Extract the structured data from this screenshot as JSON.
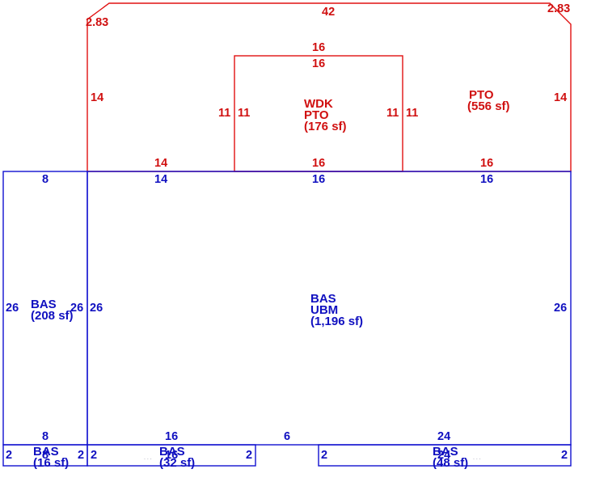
{
  "colors": {
    "porch": "#e01010",
    "building": "#1010d0"
  },
  "areas": {
    "pto_outer": {
      "label": "PTO",
      "area": "(556 sf)"
    },
    "wdk_pto": {
      "label1": "WDK",
      "label2": "PTO",
      "area": "(176 sf)"
    },
    "bas_left": {
      "label": "BAS",
      "area": "(208 sf)"
    },
    "bas_main": {
      "label1": "BAS",
      "label2": "UBM",
      "area": "(1,196 sf)"
    },
    "bas_small1": {
      "label": "BAS",
      "area": "(16 sf)"
    },
    "bas_small2": {
      "label": "BAS",
      "area": "(32 sf)"
    },
    "bas_small3": {
      "label": "BAS",
      "area": "(48 sf)"
    }
  },
  "dimensions": {
    "top_corner_left": "2.83",
    "top": "42",
    "top_corner_right": "2.83",
    "pto_left_side": "14",
    "pto_right_side": "14",
    "wdk_top_outer": "16",
    "wdk_top_inner": "16",
    "wdk_left_outer": "11",
    "wdk_left_inner": "11",
    "wdk_right_inner": "11",
    "wdk_right_outer": "11",
    "pto_bottom_left": "14",
    "wdk_bottom": "16",
    "pto_bottom_right": "16",
    "bas_left_top": "8",
    "bas_main_top_left": "14",
    "bas_main_top_mid": "16",
    "bas_main_top_right": "16",
    "bas_left_left": "26",
    "bas_left_right": "26",
    "bas_main_left": "26",
    "bas_main_right": "26",
    "bas_left_bottom": "8",
    "bas_main_bottom_left": "16",
    "bas_main_bottom_gap": "6",
    "bas_main_bottom_right": "24",
    "small1_left": "2",
    "small1_right": "2",
    "small1_overlap": "8",
    "small2_left": "2",
    "small2_right": "2",
    "small2_overlap": "16",
    "small3_left": "2",
    "small3_right": "2",
    "small3_overlap": "24"
  }
}
